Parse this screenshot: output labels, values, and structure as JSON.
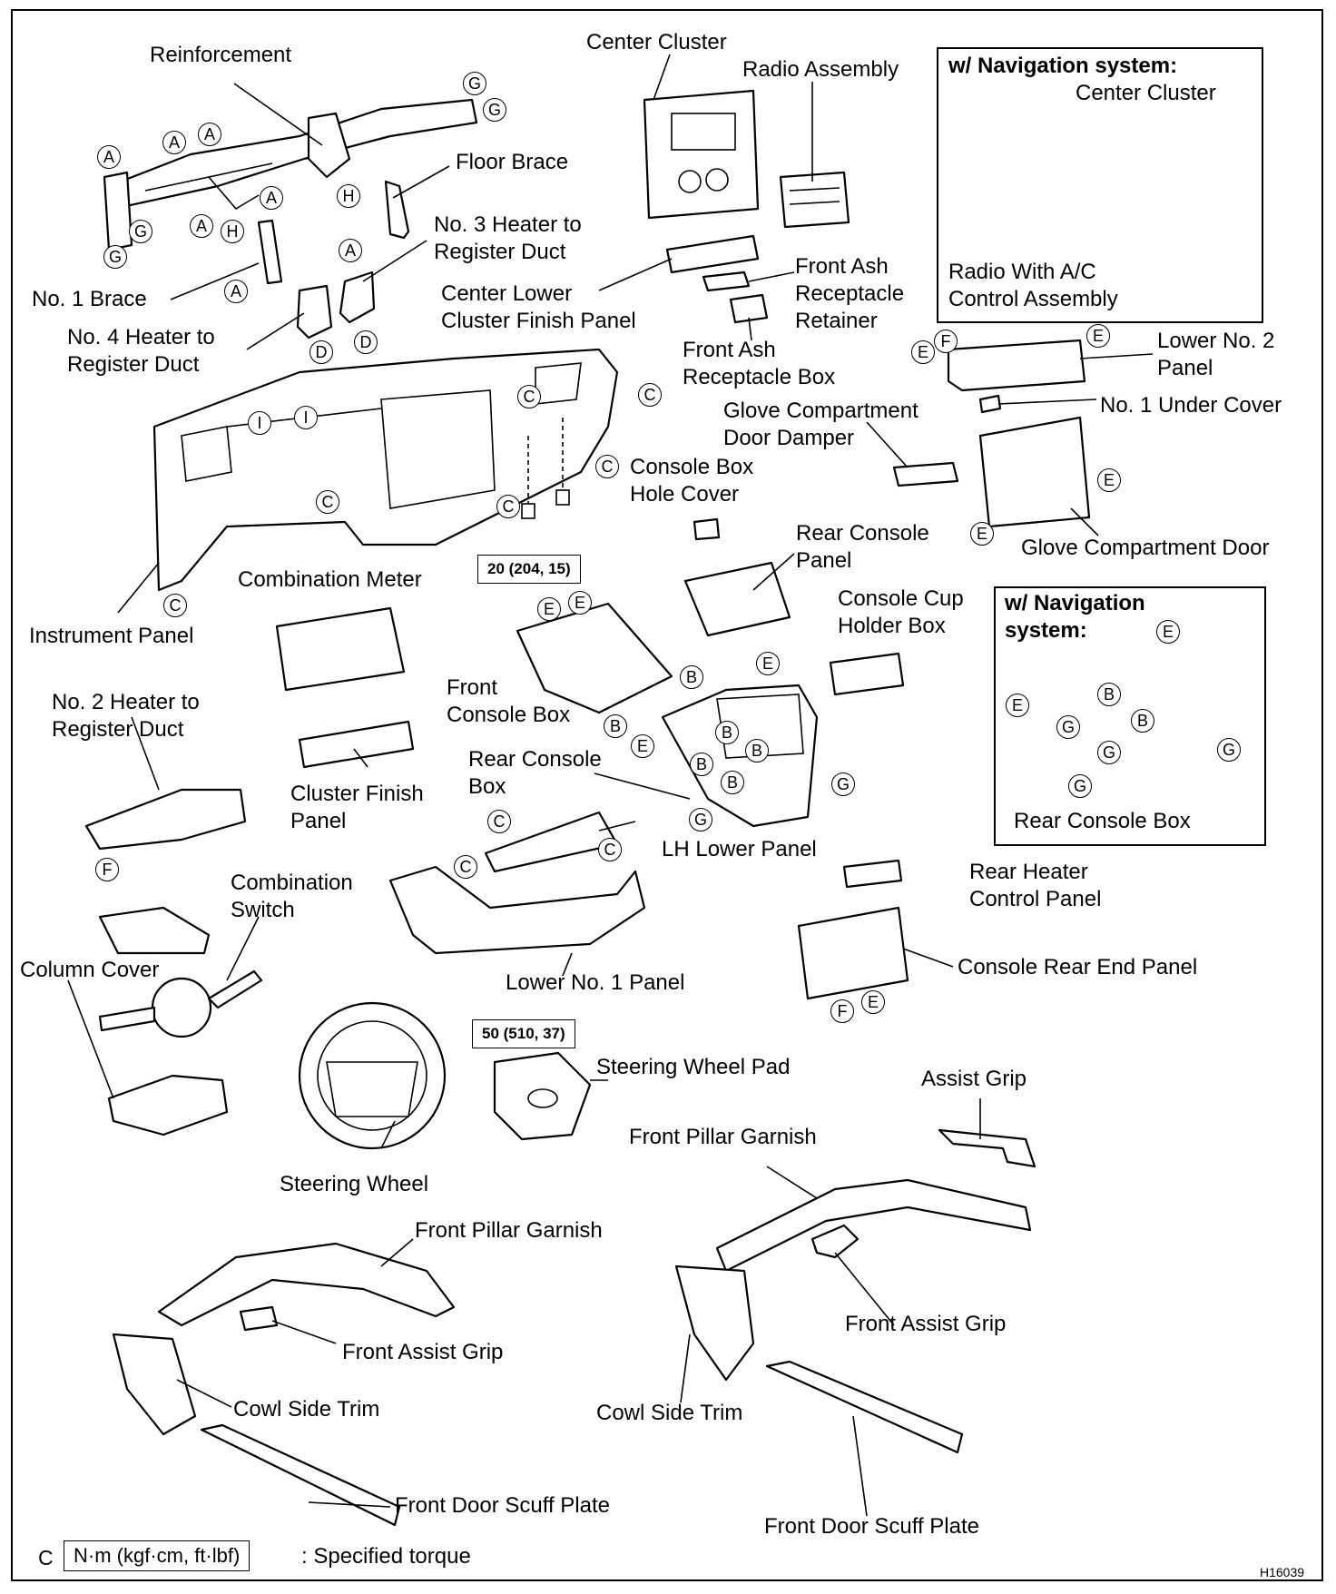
{
  "figure_id": "H16039",
  "legend": {
    "letter": "C",
    "unit": "N·m (kgf·cm, ft·lbf)",
    "text": ": Specified torque"
  },
  "torques": {
    "t1": "20 (204, 15)",
    "t2": "50 (510, 37)"
  },
  "boxes": {
    "nav_top": {
      "title": "w/ Navigation system:",
      "center_cluster": "Center Cluster",
      "radio": "Radio With A/C\nControl Assembly"
    },
    "nav_console": {
      "title": "w/ Navigation\nsystem:",
      "rear_console": "Rear Console Box"
    }
  },
  "labels": {
    "reinforcement": "Reinforcement",
    "floor_brace": "Floor Brace",
    "no3_duct": "No. 3 Heater to\nRegister Duct",
    "no1_brace": "No. 1 Brace",
    "no4_duct": "No. 4 Heater to\nRegister Duct",
    "center_cluster": "Center Cluster",
    "radio_assembly": "Radio Assembly",
    "center_lower": "Center Lower\nCluster Finish Panel",
    "ash_retainer": "Front Ash\nReceptacle\nRetainer",
    "ash_box": "Front Ash\nReceptacle Box",
    "lower_no2": "Lower No. 2\nPanel",
    "no1_under": "No. 1 Under Cover",
    "glove_damper": "Glove Compartment\nDoor Damper",
    "glove_door": "Glove Compartment Door",
    "console_hole": "Console Box\nHole Cover",
    "rear_console_panel": "Rear Console\nPanel",
    "instrument_panel": "Instrument Panel",
    "combination_meter": "Combination Meter",
    "console_cup": "Console Cup\nHolder Box",
    "front_console": "Front\nConsole Box",
    "no2_duct": "No. 2 Heater to\nRegister Duct",
    "cluster_finish": "Cluster Finish\nPanel",
    "rear_console_box": "Rear Console\nBox",
    "lh_lower": "LH Lower Panel",
    "combination_switch": "Combination\nSwitch",
    "rear_heater": "Rear Heater\nControl Panel",
    "column_cover": "Column Cover",
    "lower_no1": "Lower No. 1 Panel",
    "console_rear_end": "Console Rear End Panel",
    "steering_pad": "Steering Wheel Pad",
    "assist_grip": "Assist Grip",
    "front_pillar_r": "Front Pillar Garnish",
    "steering_wheel": "Steering Wheel",
    "front_pillar_l": "Front Pillar Garnish",
    "front_assist_l": "Front Assist Grip",
    "front_assist_r": "Front Assist Grip",
    "cowl_l": "Cowl Side Trim",
    "cowl_r": "Cowl Side Trim",
    "scuff_l": "Front Door Scuff Plate",
    "scuff_r": "Front Door Scuff Plate"
  },
  "markers": {
    "a": "A",
    "b": "B",
    "c": "C",
    "d": "D",
    "e": "E",
    "f": "F",
    "g": "G",
    "h": "H",
    "i": "I"
  }
}
